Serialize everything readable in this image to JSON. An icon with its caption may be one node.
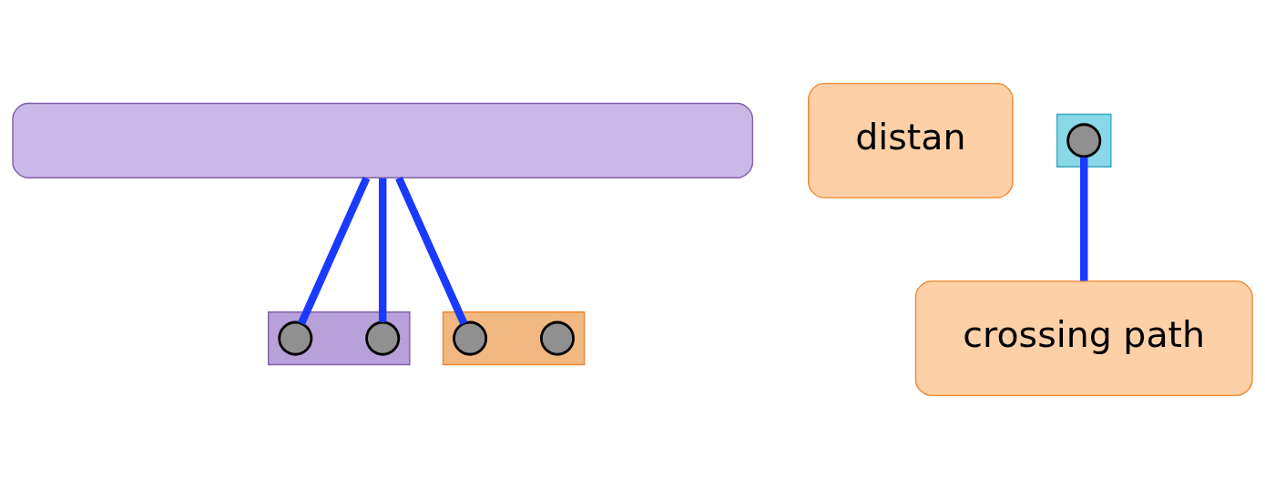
{
  "diagram": {
    "nodes": [
      {
        "text": [],
        "shape": "box"
      },
      {
        "text": [
          "distan"
        ]
      },
      {
        "text": [],
        "shape": "bar"
      },
      {
        "text": [],
        "shape": "circle",
        "in": 2
      },
      {
        "text": [],
        "shape": "circle",
        "in": 2
      },
      {
        "text": [],
        "shape": "bar"
      },
      {
        "text": [],
        "shape": "circle",
        "in": 5
      },
      {
        "text": [],
        "shape": "bar"
      },
      {
        "text": [],
        "shape": "circle",
        "in": 7
      },
      {
        "text": [],
        "shape": "circle",
        "in": 7
      },
      {
        "text": [
          "crossing path"
        ]
      }
    ],
    "edges": [
      {
        "from": 0,
        "to": 3,
        "arrow": "none"
      },
      {
        "from": 0,
        "to": 4,
        "arrow": "none"
      },
      {
        "from": 0,
        "to": 8,
        "arrow": "none"
      },
      {
        "from": 6,
        "to": 10,
        "arrow": "none"
      }
    ]
  }
}
